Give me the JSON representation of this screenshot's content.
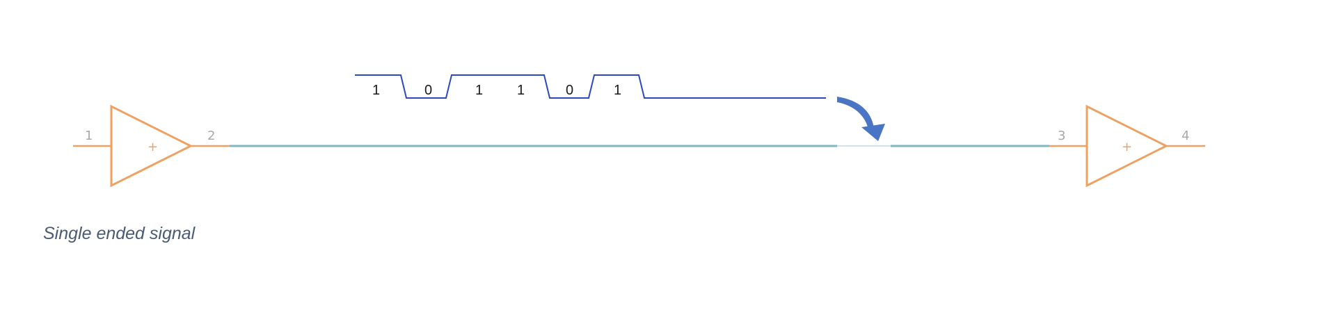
{
  "diagram": {
    "caption": "Single ended signal",
    "bits": [
      "1",
      "0",
      "1",
      "1",
      "0",
      "1"
    ],
    "pins": [
      "1",
      "2",
      "3",
      "4"
    ],
    "amplifier_symbol": "+",
    "colors": {
      "amplifier": "#f0a060",
      "line": "#7fb7c5",
      "waveform": "#2b48c0",
      "arrow": "#4a74c4",
      "pin_label": "#a8a8a8",
      "caption": "#4a5a75"
    },
    "icons": [
      "buffer-amplifier-icon",
      "curved-arrow-icon"
    ]
  }
}
